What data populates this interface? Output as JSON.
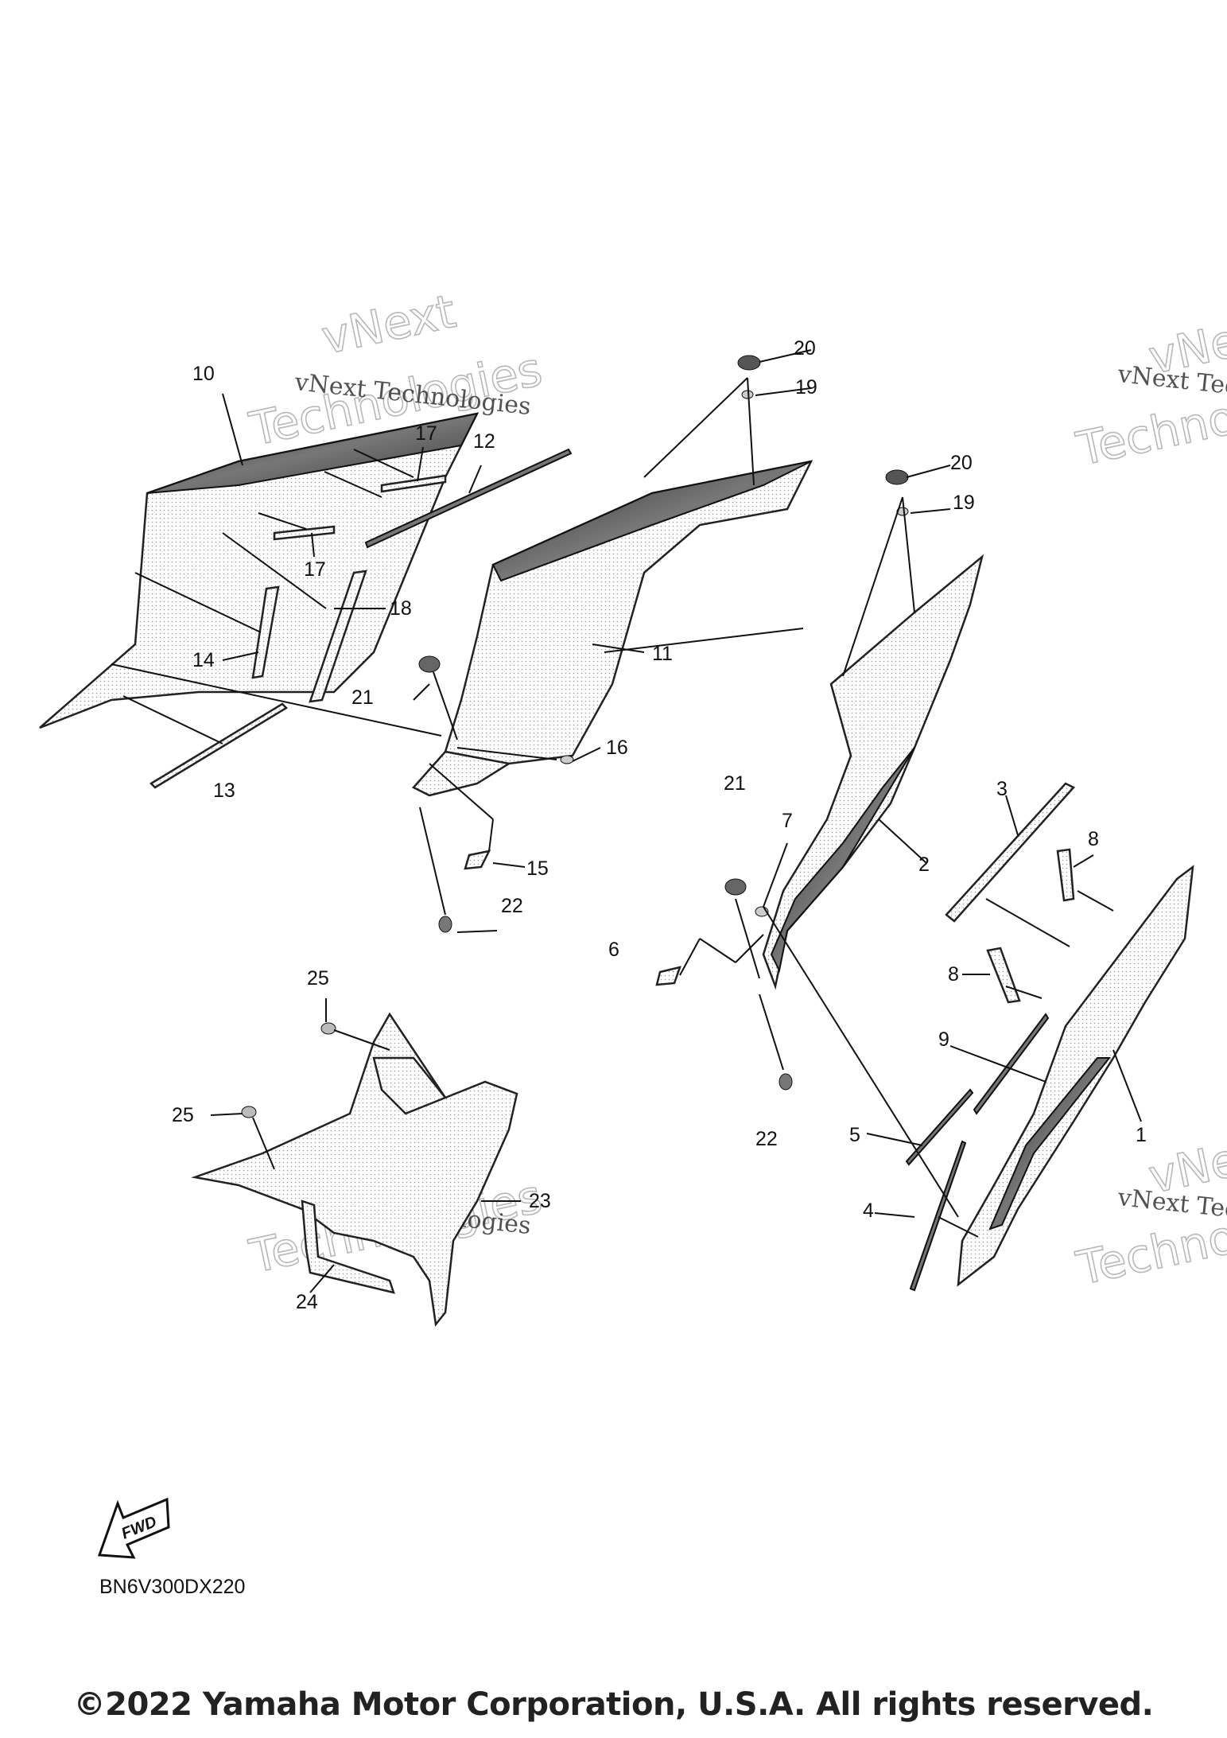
{
  "callouts": {
    "n1": "1",
    "n2": "2",
    "n3": "3",
    "n4": "4",
    "n5": "5",
    "n6": "6",
    "n7": "7",
    "n8": "8",
    "n9": "9",
    "n10": "10",
    "n11": "11",
    "n12": "12",
    "n13": "13",
    "n14": "14",
    "n15": "15",
    "n16": "16",
    "n17": "17",
    "n18": "18",
    "n19": "19",
    "n20": "20",
    "n21": "21",
    "n22": "22",
    "n23": "23",
    "n24": "24",
    "n25": "25"
  },
  "watermark": {
    "text": "vNext Technologies",
    "big_a": "vNext",
    "big_b": "Technologies"
  },
  "fwd_label": "FWD",
  "diagram_code": "BN6V300DX220",
  "copyright": "©2022 Yamaha Motor Corporation, U.S.A. All rights reserved.",
  "colors": {
    "ink": "#111111",
    "background": "#ffffff",
    "watermark": "#b8b8b8"
  }
}
